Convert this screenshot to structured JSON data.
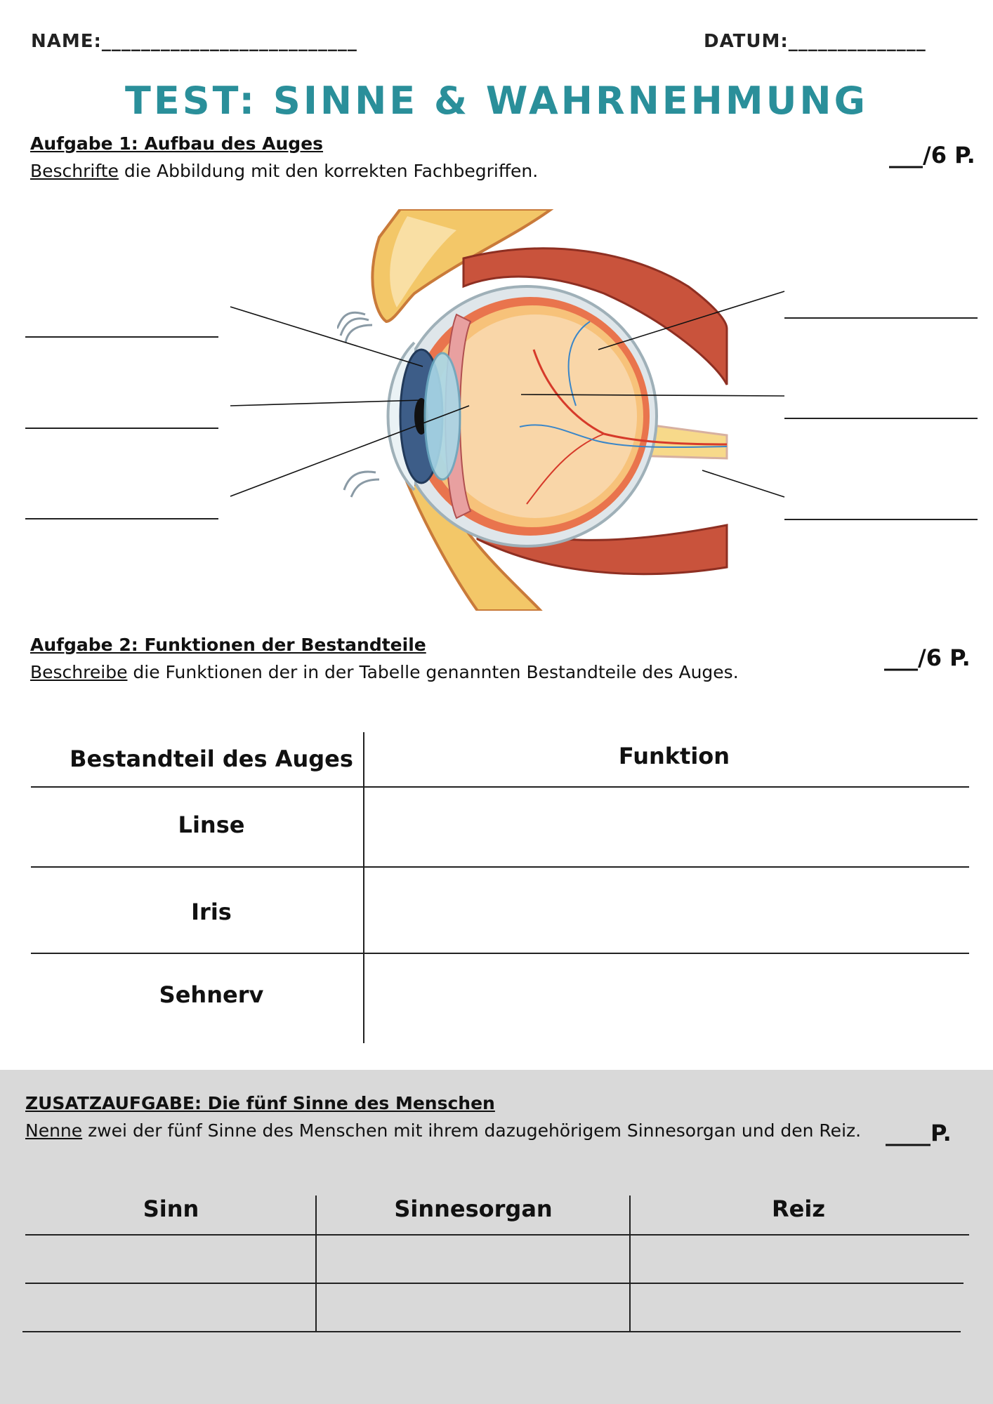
{
  "header": {
    "name_label": "NAME:__________________________",
    "date_label": "DATUM:______________",
    "title": "TEST: SINNE & WAHRNEHMUNG"
  },
  "task1": {
    "heading": "Aufgabe 1: Aufbau des Auges",
    "verb": "Beschrifte",
    "instruction_rest": " die Abbildung mit den korrekten Fachbegriffen.",
    "points": "___/6 P."
  },
  "task2": {
    "heading": "Aufgabe 2: Funktionen der Bestandteile",
    "verb": "Beschreibe",
    "instruction_rest": " die Funktionen der in der Tabelle genannten Bestandteile des Auges.",
    "points": "___/6 P.",
    "table": {
      "col1_header": "Bestandteil des Auges",
      "col2_header": "Funktion",
      "rows": [
        "Linse",
        "Iris",
        "Sehnerv"
      ]
    }
  },
  "extra": {
    "heading": "ZUSATZAUFGABE: Die fünf Sinne des Menschen",
    "verb": "Nenne",
    "instruction_rest": " zwei der fünf Sinne des Menschen mit ihrem dazugehörigem Sinnesorgan und den Reiz.",
    "points": "____P.",
    "table": {
      "headers": [
        "Sinn",
        "Sinnesorgan",
        "Reiz"
      ]
    }
  },
  "colors": {
    "title": "#2a8f9a",
    "extra_background": "#d9d9d9"
  }
}
